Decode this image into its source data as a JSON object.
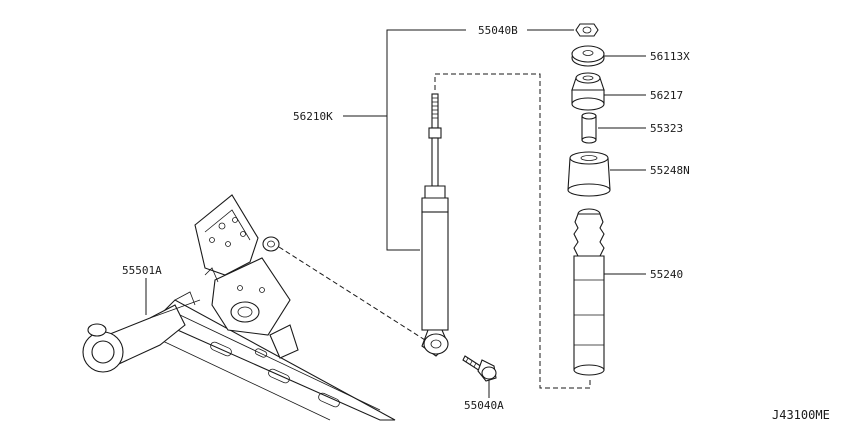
{
  "diagram": {
    "code": "J43100ME",
    "parts": {
      "nut_55040B": "55040B",
      "washer_56113X": "56113X",
      "bushing_56217": "56217",
      "spacer_55323": "55323",
      "mount_cap_55248N": "55248N",
      "boot_bumper_55240": "55240",
      "shock_absorber_56210K": "56210K",
      "bolt_55040A": "55040A",
      "rear_beam_55501A": "55501A"
    }
  }
}
